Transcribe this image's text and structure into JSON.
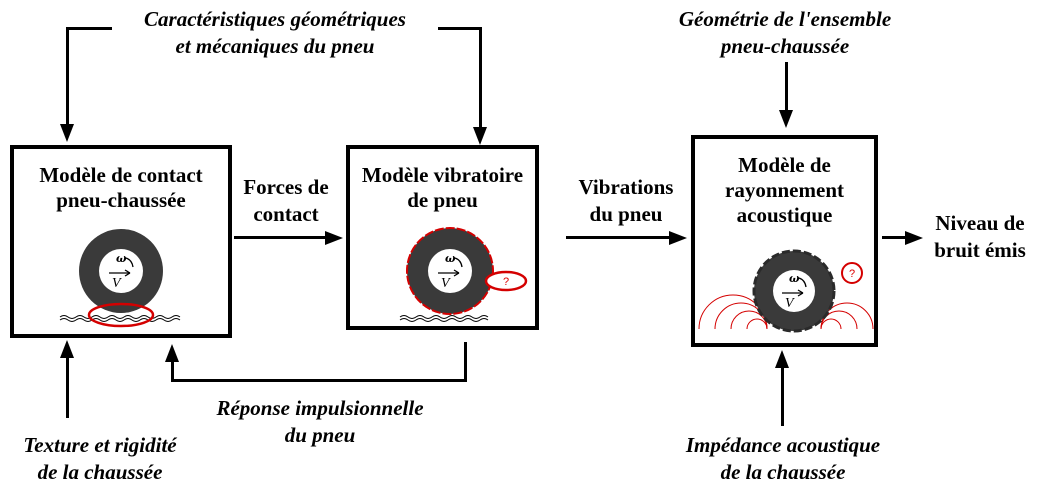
{
  "inputs": {
    "top_left": [
      "Caractéristiques géométriques",
      "et mécaniques du pneu"
    ],
    "top_right": [
      "Géométrie de l'ensemble",
      "pneu-chaussée"
    ],
    "bottom_middle": [
      "Réponse impulsionnelle",
      "du pneu"
    ],
    "bottom_left": [
      "Texture et rigidité",
      "de la chaussée"
    ],
    "bottom_right": [
      "Impédance acoustique",
      "de la chaussée"
    ]
  },
  "models": {
    "contact": [
      "Modèle de contact",
      "pneu-chaussée"
    ],
    "vibration": [
      "Modèle vibratoire",
      "de pneu"
    ],
    "radiation": [
      "Modèle de",
      "rayonnement",
      "acoustique"
    ]
  },
  "flows": {
    "contact_forces": [
      "Forces de",
      "contact"
    ],
    "tire_vibrations": [
      "Vibrations",
      "du pneu"
    ],
    "output": [
      "Niveau de",
      "bruit émis"
    ]
  },
  "tire_symbols": {
    "omega": "ω",
    "speed": "V",
    "question": "?"
  },
  "colors": {
    "highlight": "#d40000",
    "tire": "#3a3a3a",
    "line": "#000000"
  }
}
